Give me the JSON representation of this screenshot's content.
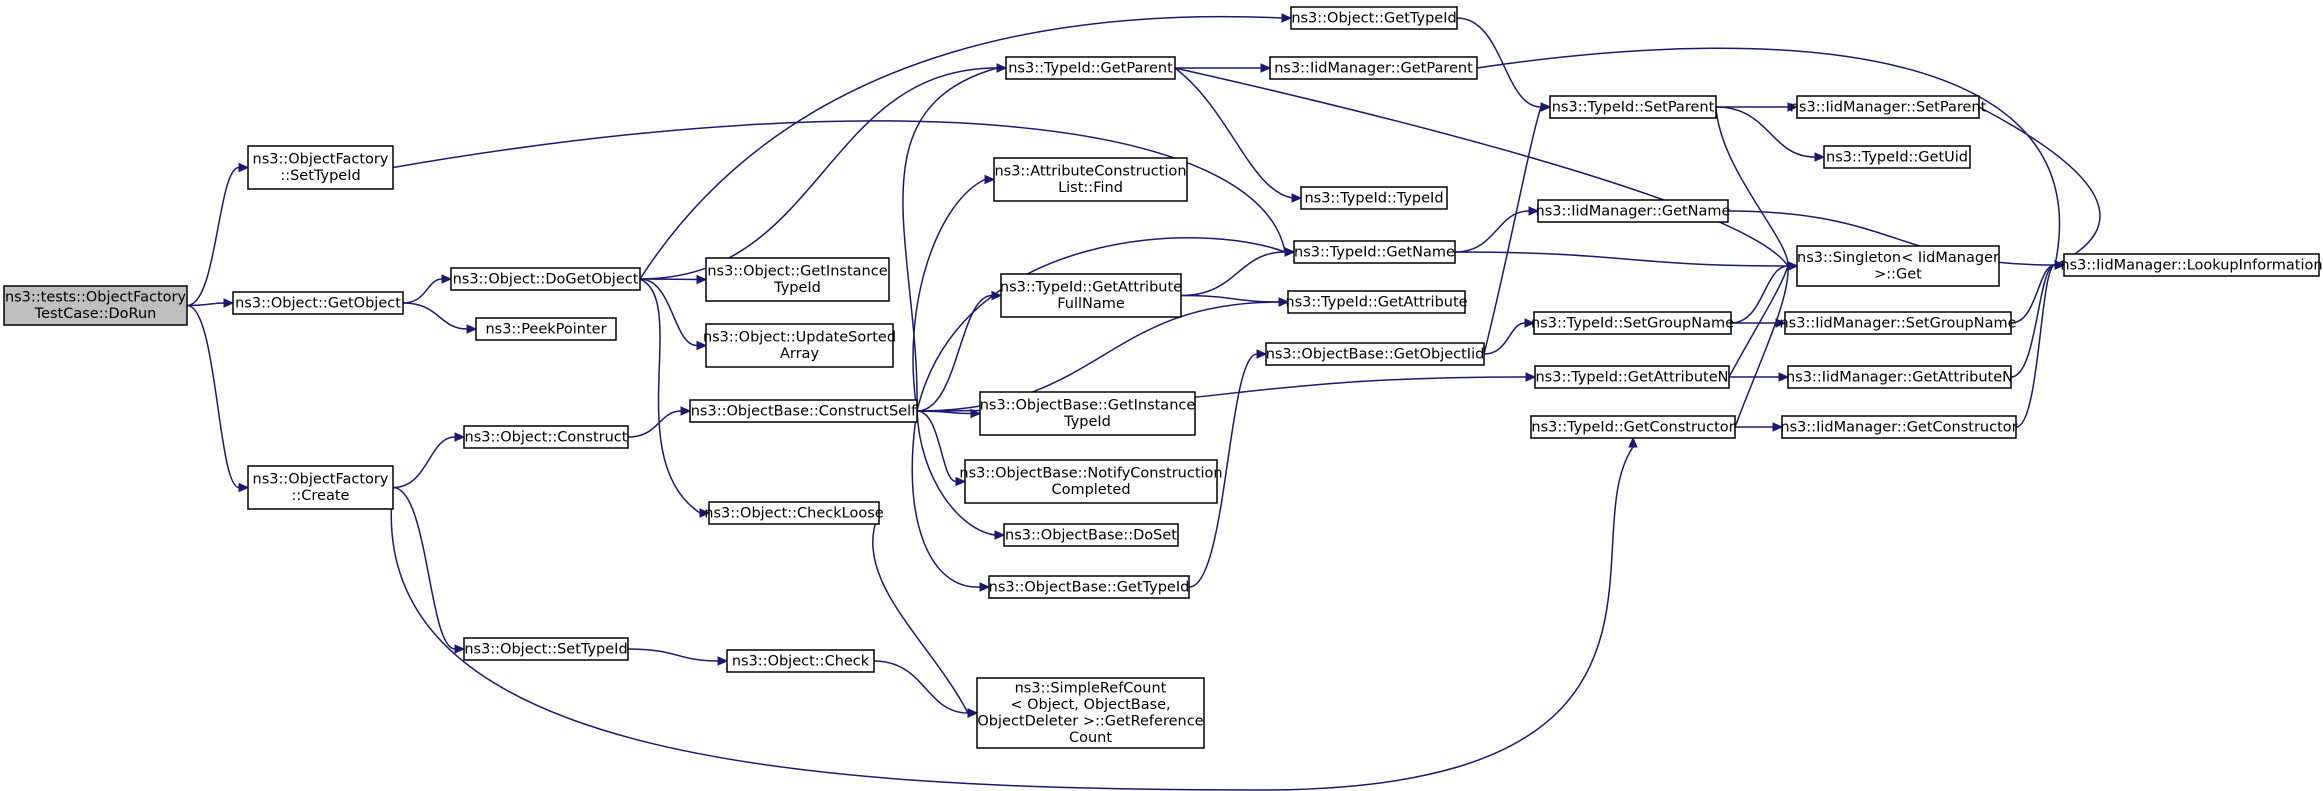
{
  "nodes": [
    {
      "id": "dorun",
      "lines": [
        "ns3::tests::ObjectFactory",
        "TestCase::DoRun"
      ],
      "root": true
    },
    {
      "id": "of_settypeid",
      "lines": [
        "ns3::ObjectFactory",
        "::SetTypeId"
      ]
    },
    {
      "id": "getobject",
      "lines": [
        "ns3::Object::GetObject"
      ]
    },
    {
      "id": "of_create",
      "lines": [
        "ns3::ObjectFactory",
        "::Create"
      ]
    },
    {
      "id": "dogetobject",
      "lines": [
        "ns3::Object::DoGetObject"
      ]
    },
    {
      "id": "peekpointer",
      "lines": [
        "ns3::PeekPointer"
      ]
    },
    {
      "id": "construct",
      "lines": [
        "ns3::Object::Construct"
      ]
    },
    {
      "id": "obj_settypeid",
      "lines": [
        "ns3::Object::SetTypeId"
      ]
    },
    {
      "id": "obj_gettypeid",
      "lines": [
        "ns3::Object::GetTypeId"
      ]
    },
    {
      "id": "tid_getparent",
      "lines": [
        "ns3::TypeId::GetParent"
      ]
    },
    {
      "id": "acl_find",
      "lines": [
        "ns3::AttributeConstruction",
        "List::Find"
      ]
    },
    {
      "id": "obj_getinstancetypeid",
      "lines": [
        "ns3::Object::GetInstance",
        "TypeId"
      ]
    },
    {
      "id": "updatesorted",
      "lines": [
        "ns3::Object::UpdateSorted",
        "Array"
      ]
    },
    {
      "id": "tid_getattrfullname",
      "lines": [
        "ns3::TypeId::GetAttribute",
        "FullName"
      ]
    },
    {
      "id": "constructself",
      "lines": [
        "ns3::ObjectBase::ConstructSelf"
      ]
    },
    {
      "id": "ob_getinstancetypeid",
      "lines": [
        "ns3::ObjectBase::GetInstance",
        "TypeId"
      ]
    },
    {
      "id": "notifyconstruction",
      "lines": [
        "ns3::ObjectBase::NotifyConstruction",
        "Completed"
      ]
    },
    {
      "id": "checkloose",
      "lines": [
        "ns3::Object::CheckLoose"
      ]
    },
    {
      "id": "doset",
      "lines": [
        "ns3::ObjectBase::DoSet"
      ]
    },
    {
      "id": "ob_gettypeid",
      "lines": [
        "ns3::ObjectBase::GetTypeId"
      ]
    },
    {
      "id": "check",
      "lines": [
        "ns3::Object::Check"
      ]
    },
    {
      "id": "simplerefcount",
      "lines": [
        "ns3::SimpleRefCount",
        "< Object, ObjectBase,",
        " ObjectDeleter >::GetReference",
        "Count"
      ]
    },
    {
      "id": "iid_getparent",
      "lines": [
        "ns3::IidManager::GetParent"
      ]
    },
    {
      "id": "tid_typeid",
      "lines": [
        "ns3::TypeId::TypeId"
      ]
    },
    {
      "id": "tid_getname",
      "lines": [
        "ns3::TypeId::GetName"
      ]
    },
    {
      "id": "tid_getattribute",
      "lines": [
        "ns3::TypeId::GetAttribute"
      ]
    },
    {
      "id": "ob_getobjectiid",
      "lines": [
        "ns3::ObjectBase::GetObjectIid"
      ]
    },
    {
      "id": "tid_setparent",
      "lines": [
        "ns3::TypeId::SetParent"
      ]
    },
    {
      "id": "iid_getname",
      "lines": [
        "ns3::IidManager::GetName"
      ]
    },
    {
      "id": "tid_setgroupname",
      "lines": [
        "ns3::TypeId::SetGroupName"
      ]
    },
    {
      "id": "tid_getattributen",
      "lines": [
        "ns3::TypeId::GetAttributeN"
      ]
    },
    {
      "id": "tid_getconstructor",
      "lines": [
        "ns3::TypeId::GetConstructor"
      ]
    },
    {
      "id": "iid_setparent",
      "lines": [
        "ns3::IidManager::SetParent"
      ]
    },
    {
      "id": "tid_getuid",
      "lines": [
        "ns3::TypeId::GetUid"
      ]
    },
    {
      "id": "singleton_get",
      "lines": [
        "ns3::Singleton< IidManager",
        " >::Get"
      ]
    },
    {
      "id": "iid_setgroupname",
      "lines": [
        "ns3::IidManager::SetGroupName"
      ]
    },
    {
      "id": "iid_getattributen",
      "lines": [
        "ns3::IidManager::GetAttributeN"
      ]
    },
    {
      "id": "iid_getconstructor",
      "lines": [
        "ns3::IidManager::GetConstructor"
      ]
    },
    {
      "id": "iid_lookupinformation",
      "lines": [
        "ns3::IidManager::LookupInformation"
      ]
    }
  ],
  "edges": [
    [
      "dorun",
      "of_settypeid"
    ],
    [
      "dorun",
      "getobject"
    ],
    [
      "dorun",
      "of_create"
    ],
    [
      "of_settypeid",
      "tid_getname"
    ],
    [
      "getobject",
      "dogetobject"
    ],
    [
      "getobject",
      "peekpointer"
    ],
    [
      "of_create",
      "construct"
    ],
    [
      "of_create",
      "obj_settypeid"
    ],
    [
      "of_create",
      "tid_getconstructor"
    ],
    [
      "dogetobject",
      "obj_gettypeid"
    ],
    [
      "dogetobject",
      "tid_getparent"
    ],
    [
      "dogetobject",
      "obj_getinstancetypeid"
    ],
    [
      "dogetobject",
      "updatesorted"
    ],
    [
      "dogetobject",
      "checkloose"
    ],
    [
      "construct",
      "constructself"
    ],
    [
      "obj_settypeid",
      "check"
    ],
    [
      "constructself",
      "tid_getparent"
    ],
    [
      "constructself",
      "acl_find"
    ],
    [
      "constructself",
      "tid_getattrfullname"
    ],
    [
      "constructself",
      "tid_getname"
    ],
    [
      "constructself",
      "tid_getattribute"
    ],
    [
      "constructself",
      "ob_getinstancetypeid"
    ],
    [
      "constructself",
      "notifyconstruction"
    ],
    [
      "constructself",
      "doset"
    ],
    [
      "constructself",
      "ob_gettypeid"
    ],
    [
      "constructself",
      "tid_getattributen"
    ],
    [
      "checkloose",
      "simplerefcount"
    ],
    [
      "check",
      "simplerefcount"
    ],
    [
      "obj_gettypeid",
      "tid_setparent"
    ],
    [
      "tid_getparent",
      "iid_getparent"
    ],
    [
      "tid_getparent",
      "tid_typeid"
    ],
    [
      "tid_getparent",
      "singleton_get"
    ],
    [
      "tid_getattrfullname",
      "tid_getname"
    ],
    [
      "tid_getattrfullname",
      "tid_getattribute"
    ],
    [
      "ob_gettypeid",
      "ob_getobjectiid"
    ],
    [
      "iid_getparent",
      "iid_lookupinformation"
    ],
    [
      "tid_getname",
      "iid_getname"
    ],
    [
      "tid_getname",
      "singleton_get"
    ],
    [
      "ob_getobjectiid",
      "tid_setparent"
    ],
    [
      "ob_getobjectiid",
      "tid_setgroupname"
    ],
    [
      "tid_setparent",
      "iid_setparent"
    ],
    [
      "tid_setparent",
      "tid_getuid"
    ],
    [
      "tid_setparent",
      "singleton_get"
    ],
    [
      "iid_getname",
      "iid_lookupinformation"
    ],
    [
      "tid_setgroupname",
      "iid_setgroupname"
    ],
    [
      "tid_setgroupname",
      "singleton_get"
    ],
    [
      "tid_getattributen",
      "iid_getattributen"
    ],
    [
      "tid_getattributen",
      "singleton_get"
    ],
    [
      "tid_getconstructor",
      "iid_getconstructor"
    ],
    [
      "tid_getconstructor",
      "singleton_get"
    ],
    [
      "iid_setparent",
      "iid_lookupinformation"
    ],
    [
      "iid_setgroupname",
      "iid_lookupinformation"
    ],
    [
      "iid_getattributen",
      "iid_lookupinformation"
    ],
    [
      "iid_getconstructor",
      "iid_lookupinformation"
    ]
  ]
}
